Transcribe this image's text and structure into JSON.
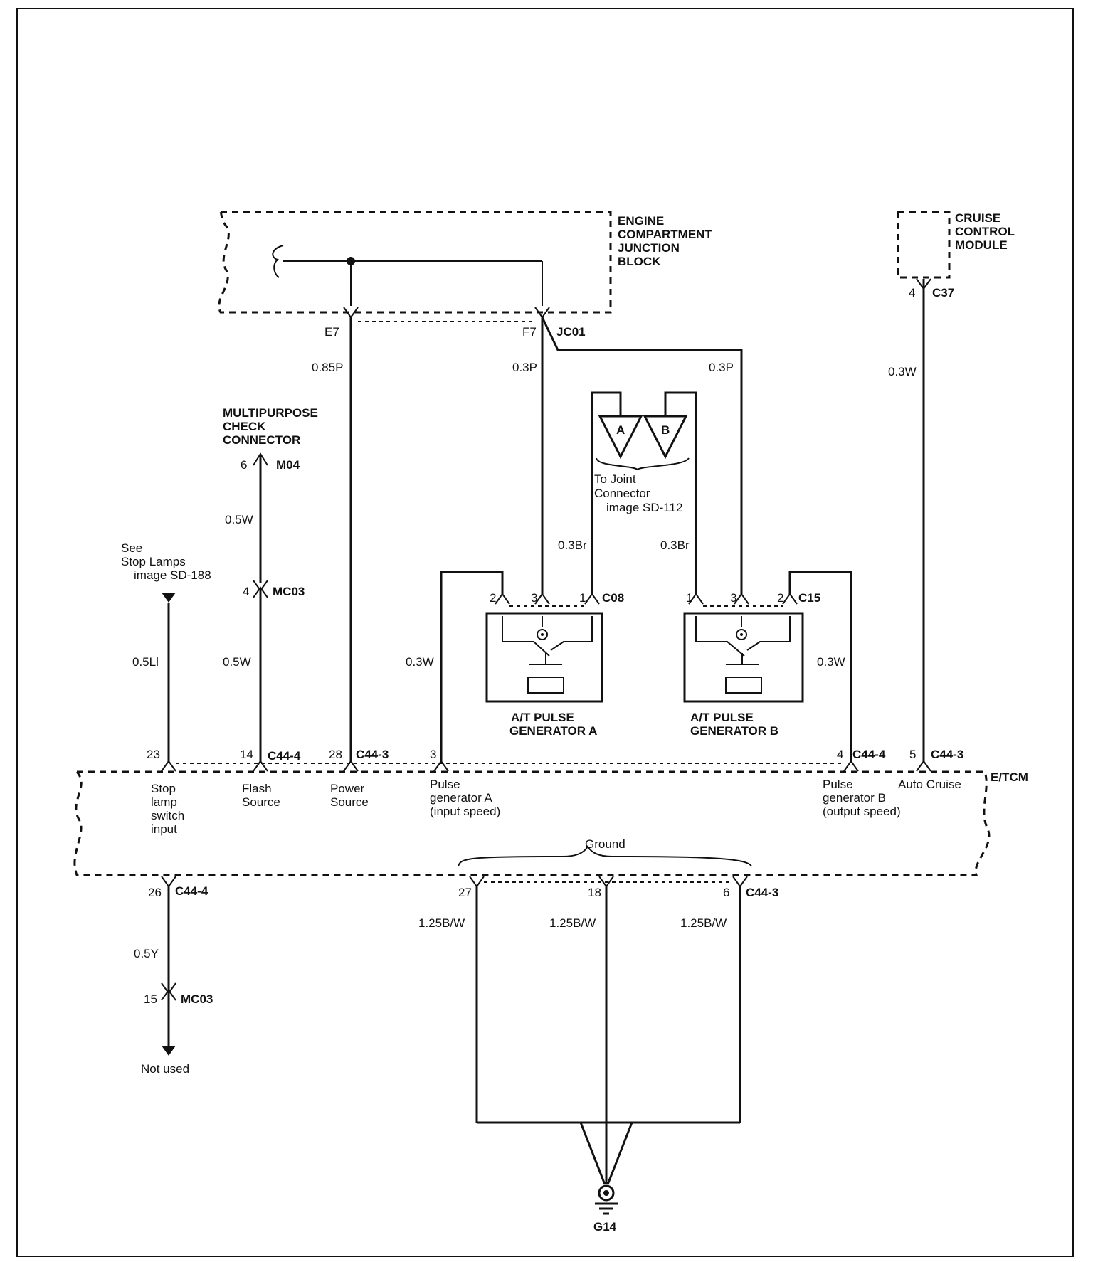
{
  "blocks": {
    "engine_junction": [
      "ENGINE",
      "COMPARTMENT",
      "JUNCTION",
      "BLOCK"
    ],
    "cruise_module": [
      "CRUISE",
      "CONTROL",
      "MODULE"
    ],
    "multipurpose": [
      "MULTIPURPOSE",
      "CHECK",
      "CONNECTOR"
    ],
    "etcm": "E/TCM",
    "pulse_a": [
      "A/T PULSE",
      "GENERATOR A"
    ],
    "pulse_b": [
      "A/T PULSE",
      "GENERATOR B"
    ]
  },
  "connectors": {
    "e7": "E7",
    "f7": "F7",
    "jc01": "JC01",
    "c37": "C37",
    "c37_pin": "4",
    "m04": "M04",
    "m04_pin": "6",
    "mc03_top": "MC03",
    "mc03_top_pin": "4",
    "mc03_bottom": "MC03",
    "mc03_bottom_pin": "15",
    "c08": "C08",
    "c15": "C15",
    "c08_pins": [
      "2",
      "3",
      "1"
    ],
    "c15_pins": [
      "1",
      "3",
      "2"
    ],
    "etcm_pins": [
      {
        "pin": "23",
        "conn": ""
      },
      {
        "pin": "14",
        "conn": "C44-4"
      },
      {
        "pin": "28",
        "conn": "C44-3"
      },
      {
        "pin": "3",
        "conn": ""
      },
      {
        "pin": "4",
        "conn": "C44-4"
      },
      {
        "pin": "5",
        "conn": "C44-3"
      }
    ],
    "bottom_pins": [
      {
        "pin": "26",
        "conn": "C44-4"
      },
      {
        "pin": "27",
        "conn": ""
      },
      {
        "pin": "18",
        "conn": ""
      },
      {
        "pin": "6",
        "conn": "C44-3"
      }
    ],
    "ground": "G14"
  },
  "wires": {
    "e7_wire": "0.85P",
    "f7_wire": "0.3P",
    "jc01_right_wire": "0.3P",
    "cruise_wire": "0.3W",
    "m04_wire": "0.5W",
    "mc03_wire": "0.5W",
    "stop_wire": "0.5Ll",
    "pga_left_wire": "0.3Br",
    "pgb_left_wire": "0.3Br",
    "pga_out_wire": "0.3W",
    "pgb_out_wire": "0.3W",
    "bottom_wire": "0.5Y",
    "ground_wires": [
      "1.25B/W",
      "1.25B/W",
      "1.25B/W"
    ]
  },
  "notes": {
    "joint_a": "A",
    "joint_b": "B",
    "joint_ref": [
      "To Joint",
      "Connector",
      "image SD-112"
    ],
    "stop_ref": [
      "See",
      "Stop Lamps",
      "image SD-188"
    ],
    "not_used": "Not used",
    "ground_group": "Ground"
  },
  "etcm_labels": {
    "stop": [
      "Stop",
      "lamp",
      "switch",
      "input"
    ],
    "flash": [
      "Flash",
      "Source"
    ],
    "power": [
      "Power",
      "Source"
    ],
    "pga": [
      "Pulse",
      "generator A",
      "(input speed)"
    ],
    "pgb": [
      "Pulse",
      "generator B",
      "(output speed)"
    ],
    "cruise": "Auto Cruise"
  }
}
